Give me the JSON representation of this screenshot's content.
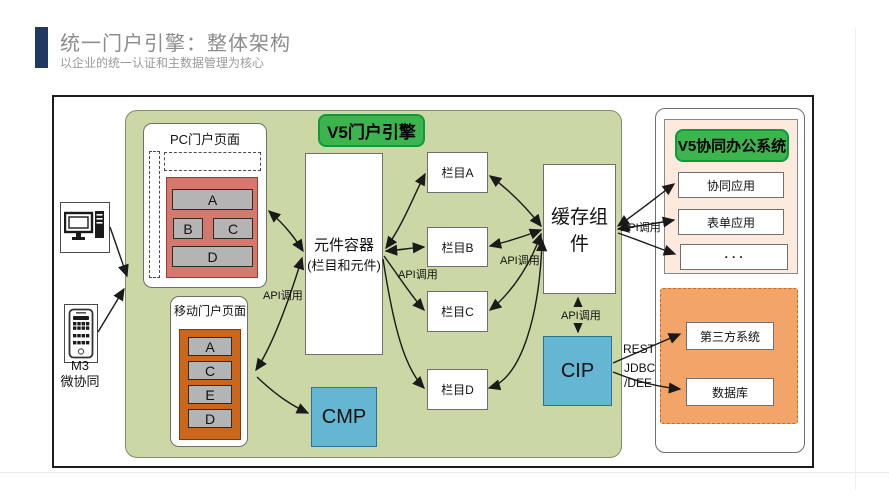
{
  "header": {
    "title": "统一门户引擎：整体架构",
    "subtitle": "以企业的统一认证和主数据管理为核心"
  },
  "devices": {
    "pc_icon": "desktop-computer-icon",
    "phone_icon": "smartphone-icon",
    "phone_caption_line1": "M3",
    "phone_caption_line2": "微协同"
  },
  "engine": {
    "label": "V5门户引擎",
    "pc_page": {
      "title": "PC门户页面",
      "blocks": [
        "A",
        "B",
        "C",
        "D"
      ]
    },
    "mobile_page": {
      "title": "移动门户页面",
      "blocks": [
        "A",
        "C",
        "E",
        "D"
      ]
    },
    "container": {
      "line1": "元件容器",
      "line2": "(栏目和元件)"
    },
    "columns": [
      "栏目A",
      "栏目B",
      "栏目C",
      "栏目D"
    ],
    "cache_label": "缓存组件",
    "cmp_label": "CMP",
    "cip_label": "CIP"
  },
  "office_system": {
    "label": "V5协同办公系统",
    "apps": [
      "协同应用",
      "表单应用",
      "· · ·"
    ]
  },
  "external_systems": {
    "items": [
      "第三方系统",
      "数据库"
    ]
  },
  "connector_labels": {
    "api": "API调用",
    "rest": "REST",
    "jdbc": "JDBC",
    "dee": "/DEE"
  },
  "colors": {
    "accent_bar": "#1f3864",
    "engine_green": "#cbd7a4",
    "bright_green": "#3cb54e",
    "pc_red": "#d5796e",
    "mobile_orange": "#cb671d",
    "component_blue": "#64b6d2",
    "office_linen": "#fbeadd",
    "external_orange": "#f3a569"
  }
}
